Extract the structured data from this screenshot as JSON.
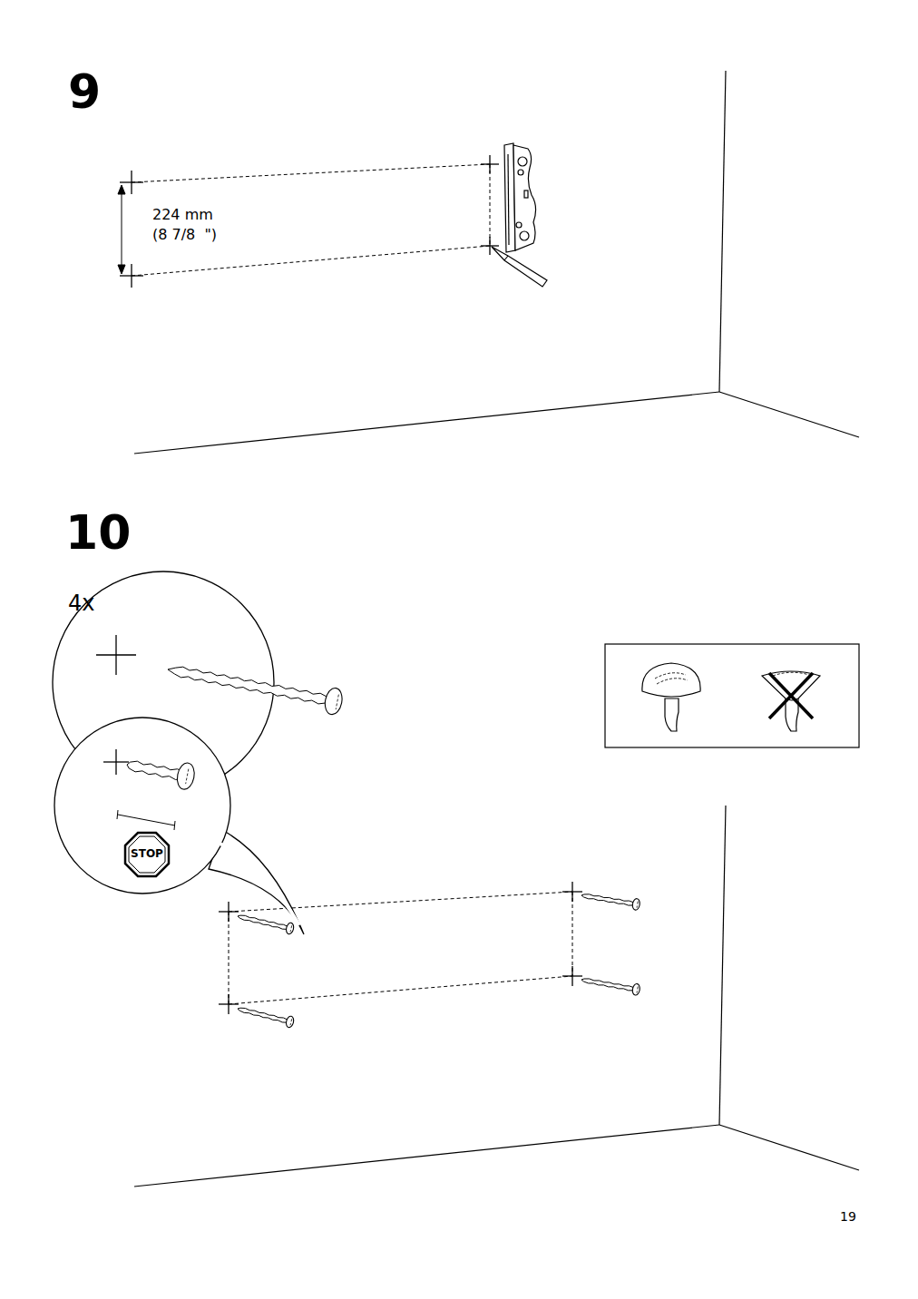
{
  "diagram": {
    "labels": [
      "9",
      "224 mm",
      "(8 7/8  \")",
      "10",
      "4x",
      "STOP",
      "19"
    ]
  }
}
